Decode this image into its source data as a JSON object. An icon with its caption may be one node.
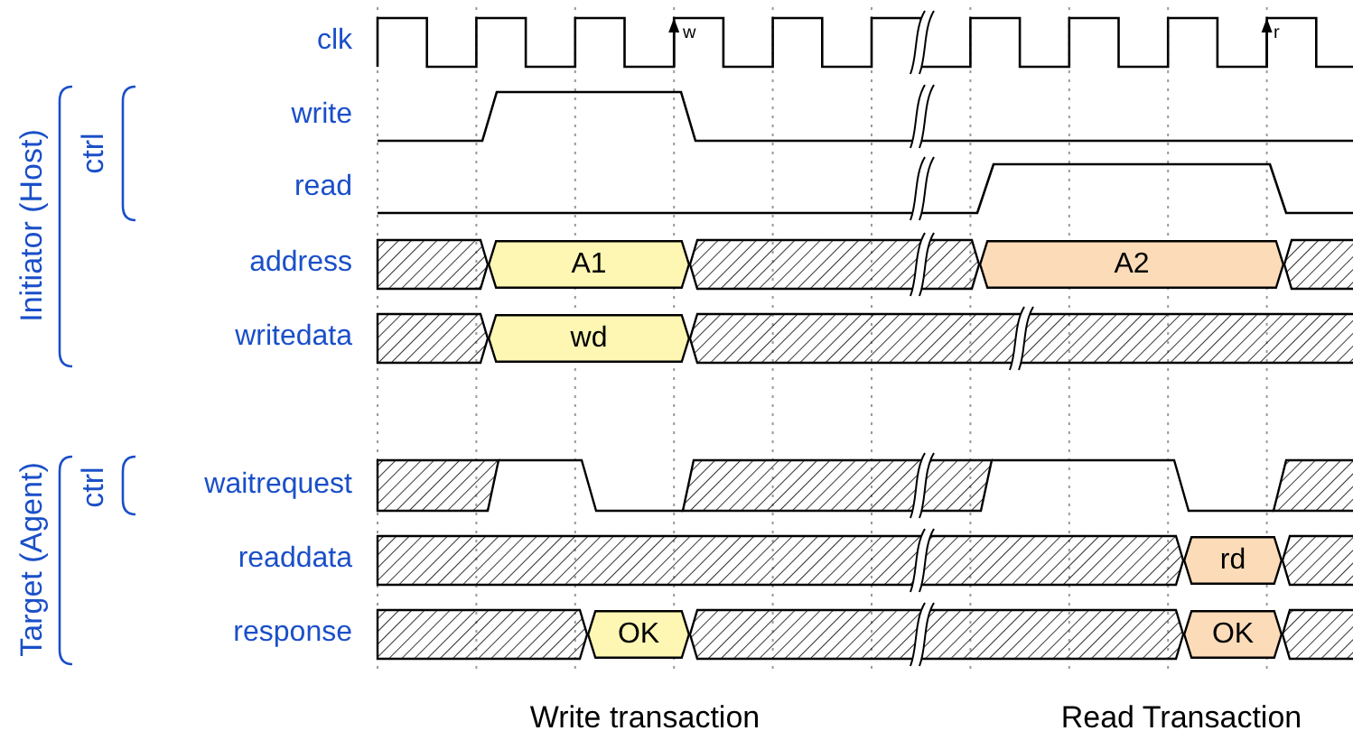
{
  "diagram": {
    "nodes": [
      {
        "text": [
          "A1"
        ]
      },
      {
        "text": [
          "A2"
        ]
      },
      {
        "text": [
          "wd"
        ]
      },
      {
        "text": [
          "rd"
        ]
      },
      {
        "text": [
          "OK"
        ]
      },
      {
        "text": [
          "OK"
        ]
      }
    ],
    "labels": [
      "clk",
      "w",
      "r",
      "Initiator (Host)",
      "ctrl",
      "write",
      "read",
      "address",
      "writedata",
      "Target (Agent)",
      "ctrl",
      "waitrequest",
      "readdata",
      "response",
      "Write transaction",
      "Read Transaction"
    ]
  }
}
